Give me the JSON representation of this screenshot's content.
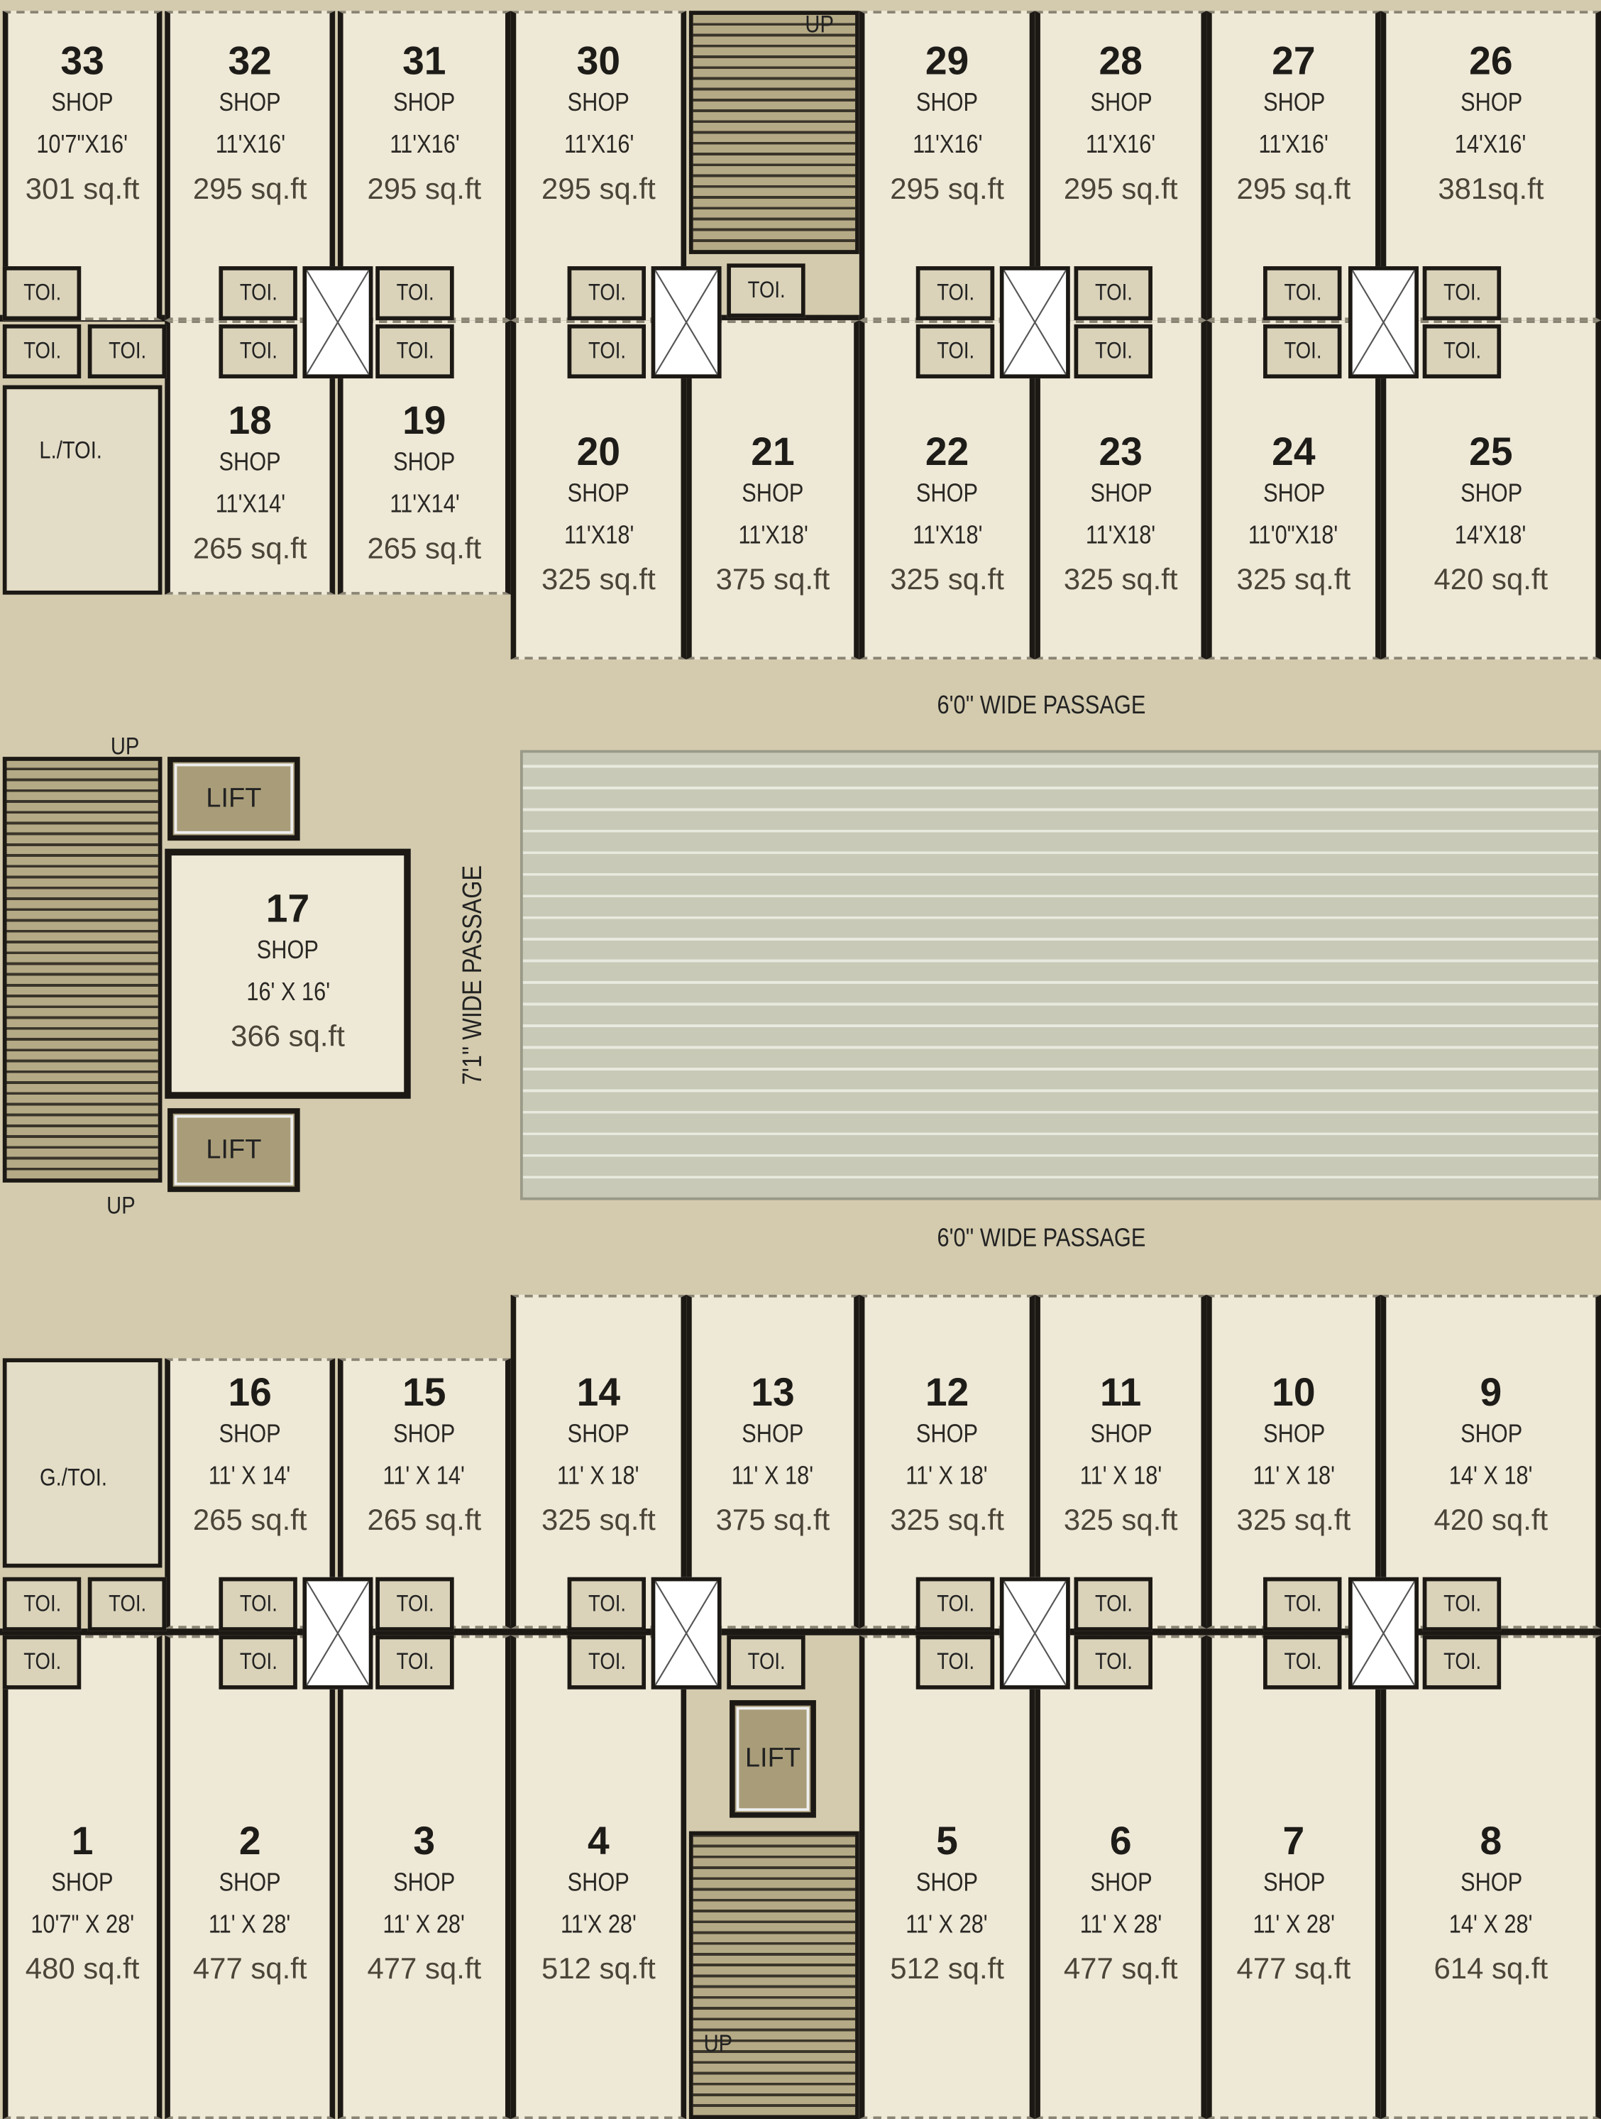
{
  "shops": [
    {
      "number": "33",
      "type": "SHOP",
      "size": "10'7\"X16'",
      "area": "301 sq.ft"
    },
    {
      "number": "32",
      "type": "SHOP",
      "size": "11'X16'",
      "area": "295 sq.ft"
    },
    {
      "number": "31",
      "type": "SHOP",
      "size": "11'X16'",
      "area": "295 sq.ft"
    },
    {
      "number": "30",
      "type": "SHOP",
      "size": "11'X16'",
      "area": "295 sq.ft"
    },
    {
      "number": "29",
      "type": "SHOP",
      "size": "11'X16'",
      "area": "295 sq.ft"
    },
    {
      "number": "28",
      "type": "SHOP",
      "size": "11'X16'",
      "area": "295 sq.ft"
    },
    {
      "number": "27",
      "type": "SHOP",
      "size": "11'X16'",
      "area": "295 sq.ft"
    },
    {
      "number": "26",
      "type": "SHOP",
      "size": "14'X16'",
      "area": "381sq.ft"
    },
    {
      "number": "18",
      "type": "SHOP",
      "size": "11'X14'",
      "area": "265 sq.ft"
    },
    {
      "number": "19",
      "type": "SHOP",
      "size": "11'X14'",
      "area": "265 sq.ft"
    },
    {
      "number": "20",
      "type": "SHOP",
      "size": "11'X18'",
      "area": "325 sq.ft"
    },
    {
      "number": "21",
      "type": "SHOP",
      "size": "11'X18'",
      "area": "375 sq.ft"
    },
    {
      "number": "22",
      "type": "SHOP",
      "size": "11'X18'",
      "area": "325 sq.ft"
    },
    {
      "number": "23",
      "type": "SHOP",
      "size": "11'X18'",
      "area": "325 sq.ft"
    },
    {
      "number": "24",
      "type": "SHOP",
      "size": "11'0\"X18'",
      "area": "325 sq.ft"
    },
    {
      "number": "25",
      "type": "SHOP",
      "size": "14'X18'",
      "area": "420 sq.ft"
    },
    {
      "number": "17",
      "type": "SHOP",
      "size": "16' X 16'",
      "area": "366 sq.ft"
    },
    {
      "number": "16",
      "type": "SHOP",
      "size": "11' X 14'",
      "area": "265 sq.ft"
    },
    {
      "number": "15",
      "type": "SHOP",
      "size": "11' X 14'",
      "area": "265 sq.ft"
    },
    {
      "number": "14",
      "type": "SHOP",
      "size": "11' X 18'",
      "area": "325 sq.ft"
    },
    {
      "number": "13",
      "type": "SHOP",
      "size": "11' X 18'",
      "area": "375 sq.ft"
    },
    {
      "number": "12",
      "type": "SHOP",
      "size": "11' X 18'",
      "area": "325 sq.ft"
    },
    {
      "number": "11",
      "type": "SHOP",
      "size": "11' X 18'",
      "area": "325 sq.ft"
    },
    {
      "number": "10",
      "type": "SHOP",
      "size": "11' X 18'",
      "area": "325 sq.ft"
    },
    {
      "number": "9",
      "type": "SHOP",
      "size": "14' X 18'",
      "area": "420 sq.ft"
    },
    {
      "number": "1",
      "type": "SHOP",
      "size": "10'7\" X 28'",
      "area": "480 sq.ft"
    },
    {
      "number": "2",
      "type": "SHOP",
      "size": "11' X 28'",
      "area": "477 sq.ft"
    },
    {
      "number": "3",
      "type": "SHOP",
      "size": "11' X 28'",
      "area": "477 sq.ft"
    },
    {
      "number": "4",
      "type": "SHOP",
      "size": "11'X 28'",
      "area": "512 sq.ft"
    },
    {
      "number": "5",
      "type": "SHOP",
      "size": "11' X 28'",
      "area": "512 sq.ft"
    },
    {
      "number": "6",
      "type": "SHOP",
      "size": "11' X 28'",
      "area": "477 sq.ft"
    },
    {
      "number": "7",
      "type": "SHOP",
      "size": "11' X 28'",
      "area": "477 sq.ft"
    },
    {
      "number": "8",
      "type": "SHOP",
      "size": "14' X 28'",
      "area": "614 sq.ft"
    }
  ],
  "labels": {
    "toilet": "TOI.",
    "lift": "LIFT",
    "up": "UP",
    "ladies_toilet": "L./TOI.",
    "gents_toilet": "G./TOI.",
    "passage_top": "6'0'' WIDE PASSAGE",
    "passage_bottom": "6'0'' WIDE PASSAGE",
    "passage_side": "7'1'' WIDE PASSAGE"
  },
  "colors": {
    "shop": "#eee8d6",
    "passage": "#d4cbae",
    "wall": "#1c1915",
    "toilet": "#dad3ba",
    "stair": "#b5aa86",
    "lift": "#a99d79",
    "void": "#c8c9b6"
  }
}
